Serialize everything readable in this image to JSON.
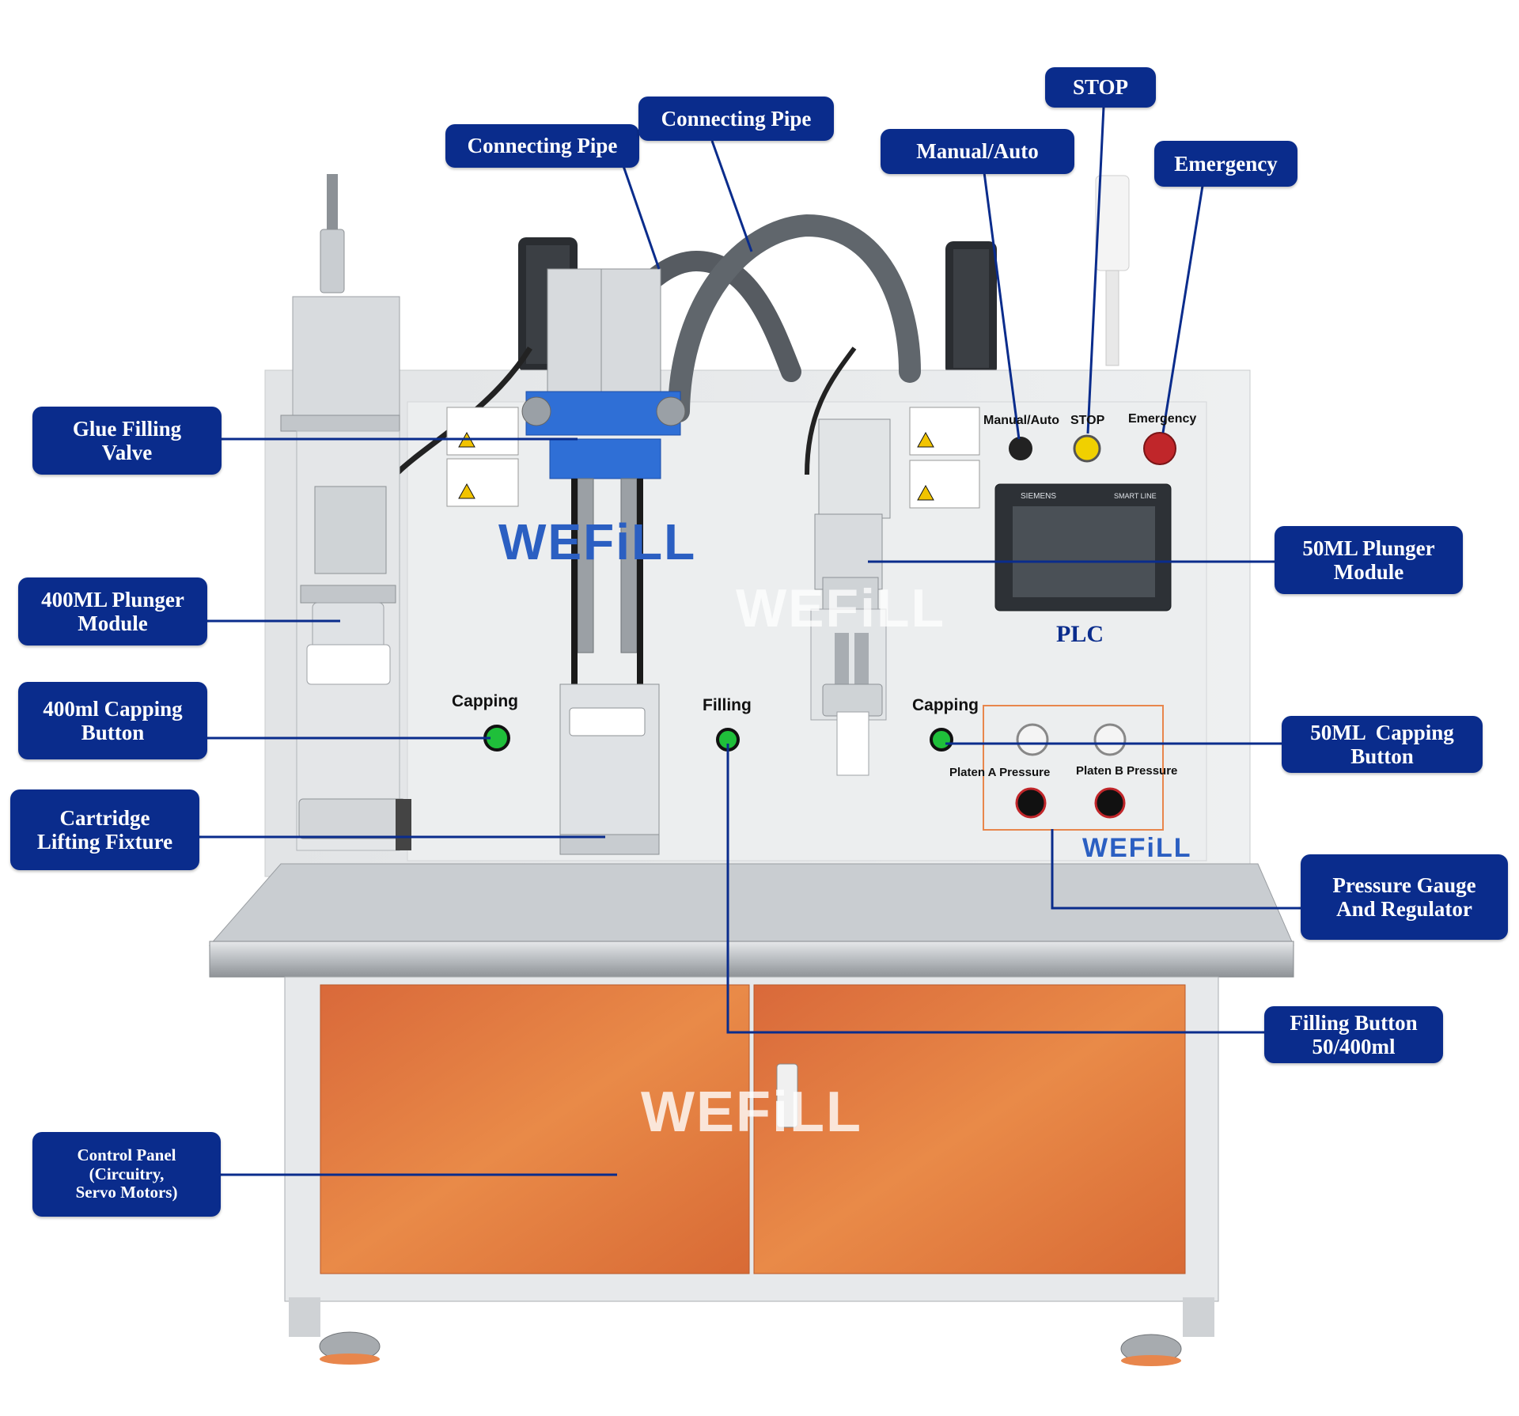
{
  "callouts": {
    "connecting_pipe_1": "Connecting Pipe",
    "connecting_pipe_2": "Connecting Pipe",
    "manual_auto": "Manual/Auto",
    "stop": "STOP",
    "emergency": "Emergency",
    "glue_filling_valve": [
      "Glue Filling",
      "Valve"
    ],
    "plunger_400": [
      "400ML Plunger",
      "Module"
    ],
    "capping_400": [
      "400ml Capping",
      "Button"
    ],
    "cartridge_lifting": [
      "Cartridge",
      "Lifting Fixture"
    ],
    "control_panel": [
      "Control Panel",
      "(Circuitry,",
      "Servo Motors)"
    ],
    "plunger_50": [
      "50ML Plunger",
      "Module"
    ],
    "capping_50": [
      "50ML  Capping",
      "Button"
    ],
    "pressure_gauge": [
      "Pressure Gauge",
      "And Regulator"
    ],
    "filling_button": [
      "Filling Button",
      "50/400ml"
    ]
  },
  "panel_labels": {
    "manual_auto": "Manual/Auto",
    "stop": "STOP",
    "emergency": "Emergency",
    "capping_left": "Capping",
    "filling": "Filling",
    "capping_right": "Capping",
    "platen_a": "Platen A Pressure",
    "platen_b": "Platen B Pressure",
    "plc": "PLC",
    "brand": "WEFiLL",
    "hmi_brand": "SIEMENS",
    "hmi_line": "SMART LINE"
  },
  "colors": {
    "callout_bg": "#0a2c8c",
    "callout_text": "#ffffff",
    "leader_line": "#0a2c8c",
    "button_green": "#1fbf3a",
    "emergency_red": "#c0262a",
    "cabinet_orange": "#e0763a",
    "gauge_frame": "#e8864c"
  }
}
